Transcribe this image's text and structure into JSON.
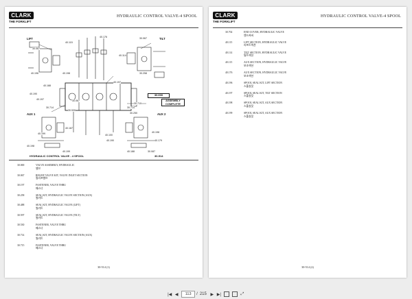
{
  "viewer": {
    "current_page": "113",
    "separator": "/",
    "total_pages": "215"
  },
  "left_page": {
    "logo_text": "CLARK",
    "logo_sub": "THE FORKLIFT",
    "header_title": "HYDRAULIC CONTROL VALVE-4 SPOOL",
    "diagram": {
      "labels": {
        "lift": "LIFT",
        "tilt": "TILT",
        "aux1": "AUX 1",
        "aux2": "AUX 2",
        "caption": "HYDRAULIC CONTROL VALVE - 4 SPOOL",
        "ref": "30-514",
        "assembly": "ASSEMBLY COMPLETE"
      },
      "part_numbers": [
        "30.067",
        "30.067",
        "40.115",
        "40.176",
        "40.114",
        "40.198",
        "40.196",
        "40.197",
        "40.188",
        "30.258",
        "40.190",
        "40.197",
        "30.067",
        "30.000",
        "30.714",
        "30.530",
        "30.710",
        "30.714",
        "40.199",
        "40.198",
        "40.187",
        "30.250",
        "40.198",
        "40.179",
        "40.100",
        "40.190",
        "40.199",
        "30.087",
        "40.188"
      ]
    },
    "parts": [
      {
        "num": "30.000",
        "desc": "VALVE ASSEMBLY, HYDRAULIC",
        "ko": "밸브"
      },
      {
        "num": "30.067",
        "desc": "RELIEF VALVE KIT, VALVE INLET SECTION",
        "ko": "릴리프밸브"
      },
      {
        "num": "30.197",
        "desc": "FASTENER, VALVE THRU",
        "ko": "패스너"
      },
      {
        "num": "30.258",
        "desc": "SEAL KIT, HYDRAULIC VALVE SECTION (AUX)",
        "ko": "씰키트"
      },
      {
        "num": "30.488",
        "desc": "SEAL KIT, HYDRAULIC VALVE (LIFT)",
        "ko": "씰키트"
      },
      {
        "num": "30.597",
        "desc": "SEAL KIT, HYDRAULIC VALVE (TILT)",
        "ko": "씰키트"
      },
      {
        "num": "30.530",
        "desc": "FASTENER, VALVE THRU",
        "ko": "패스너"
      },
      {
        "num": "30.714",
        "desc": "SEAL KIT, HYDRAULIC VALVE SECTION (AUX)",
        "ko": "씰키트"
      },
      {
        "num": "30.715",
        "desc": "FASTENER, VALVE THRU",
        "ko": "패스너"
      }
    ],
    "page_num": "30-514 (1)"
  },
  "right_page": {
    "logo_text": "CLARK",
    "logo_sub": "THE FORKLIFT",
    "header_title": "HYDRAULIC CONTROL VALVE-4 SPOOL",
    "parts": [
      {
        "num": "30.702",
        "desc": "END COVER, HYDRAULIC VALVE",
        "ko": "엔드커버"
      },
      {
        "num": "40.115",
        "desc": "LIFT SECTION, HYDRAULIC VALVE",
        "ko": "리프트섹션"
      },
      {
        "num": "40.114",
        "desc": "TILT SECTION, HYDRAULIC VALVE",
        "ko": "틸트섹션"
      },
      {
        "num": "40.115",
        "desc": "AUX SECTION, HYDRAULIC VALVE",
        "ko": "보조섹션"
      },
      {
        "num": "40.176",
        "desc": "AUX SECTION, HYDRAULIC VALVE",
        "ko": "보조섹션"
      },
      {
        "num": "40.196",
        "desc": "SPOOL SEAL KIT, LIFT SECTION",
        "ko": "스풀실킷"
      },
      {
        "num": "40.197",
        "desc": "SPOOL SEAL KIT, TILT SECTION",
        "ko": "스풀실킷"
      },
      {
        "num": "40.198",
        "desc": "SPOOL SEAL KIT, AUX SECTION",
        "ko": "스풀실킷"
      },
      {
        "num": "40.199",
        "desc": "SPOOL SEAL KIT, AUX SECTION",
        "ko": "스풀실킷"
      }
    ],
    "page_num": "30-514 (2)"
  },
  "toolbar_icons": [
    "first-page-icon",
    "prev-page-icon",
    "next-page-icon",
    "last-page-icon",
    "fit-width-icon",
    "fit-page-icon",
    "fullscreen-icon"
  ]
}
